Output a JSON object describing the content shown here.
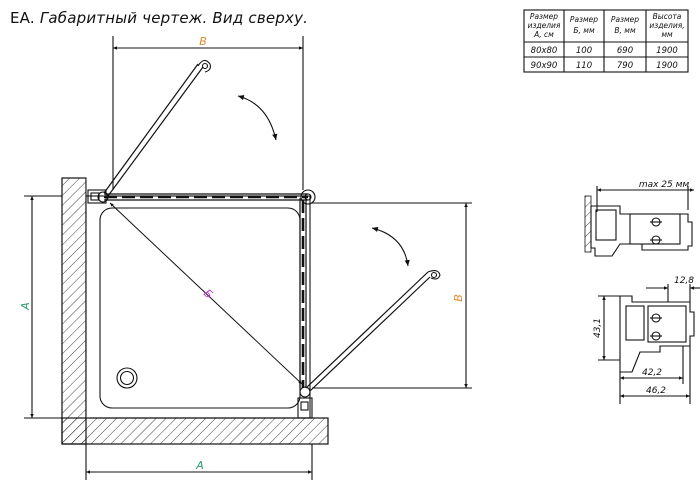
{
  "title": {
    "prefix": "EA.",
    "text": "Габаритный чертеж. Вид сверху."
  },
  "colors": {
    "label_a": "#2e9d6e",
    "label_b": "#c23bd8",
    "label_v": "#e08a2a",
    "ink": "#111111"
  },
  "table": {
    "headers": [
      {
        "line1": "Размер",
        "line2": "изделия",
        "line3": "А, см"
      },
      {
        "line1": "Размер",
        "line2": "Б, мм",
        "line3": ""
      },
      {
        "line1": "Размер",
        "line2": "В, мм",
        "line3": ""
      },
      {
        "line1": "Высота",
        "line2": "изделия,",
        "line3": "мм"
      }
    ],
    "rows": [
      [
        "80x80",
        "100",
        "690",
        "1900"
      ],
      [
        "90x90",
        "110",
        "790",
        "1900"
      ]
    ]
  },
  "labels": {
    "a_left": "А",
    "a_bottom": "А",
    "b_diag": "Б",
    "v_top": "В",
    "v_right": "В"
  },
  "details": {
    "max_gap": "max 25 мм",
    "dim_12_8": "12,8",
    "dim_43_1": "43,1",
    "dim_42_2": "42,2",
    "dim_46_2": "46,2"
  }
}
